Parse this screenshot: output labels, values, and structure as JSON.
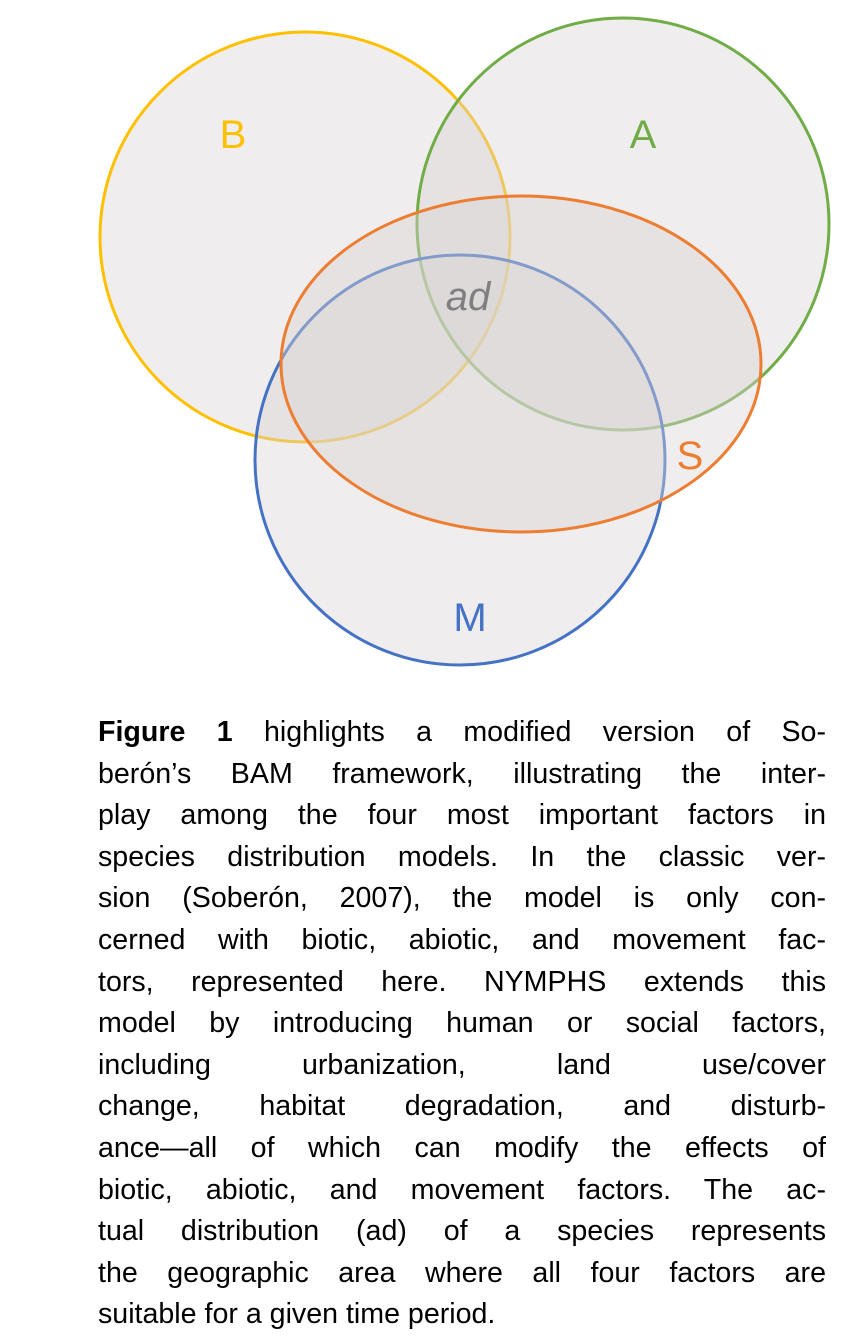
{
  "diagram": {
    "labels": {
      "B": "B",
      "A": "A",
      "S": "S",
      "M": "M",
      "ad": "ad"
    },
    "colors": {
      "B": "#FFC000",
      "A": "#70AD47",
      "S": "#ED7D31",
      "M": "#4472C4",
      "ad": "#7F7F7F",
      "fill": "#D9D4D4"
    }
  },
  "caption": {
    "bold_lead": "Figure 1",
    "lines": [
      " highlights a modified version of So-",
      "berón’s BAM framework, illustrating the inter-",
      "play among the four most important factors in",
      "species distribution models. In the classic ver-",
      "sion (Soberón, 2007), the model is only con-",
      "cerned with biotic, abiotic, and movement fac-",
      "tors, represented here. NYMPHS extends this",
      "model by introducing human or social factors,",
      "including urbanization, land use/cover",
      "change, habitat degradation, and disturb-",
      "ance—all of which can modify the effects of",
      "biotic, abiotic, and movement factors. The ac-",
      "tual distribution (ad) of a species represents",
      "the geographic area where all four factors are",
      "suitable for a given time period."
    ]
  }
}
